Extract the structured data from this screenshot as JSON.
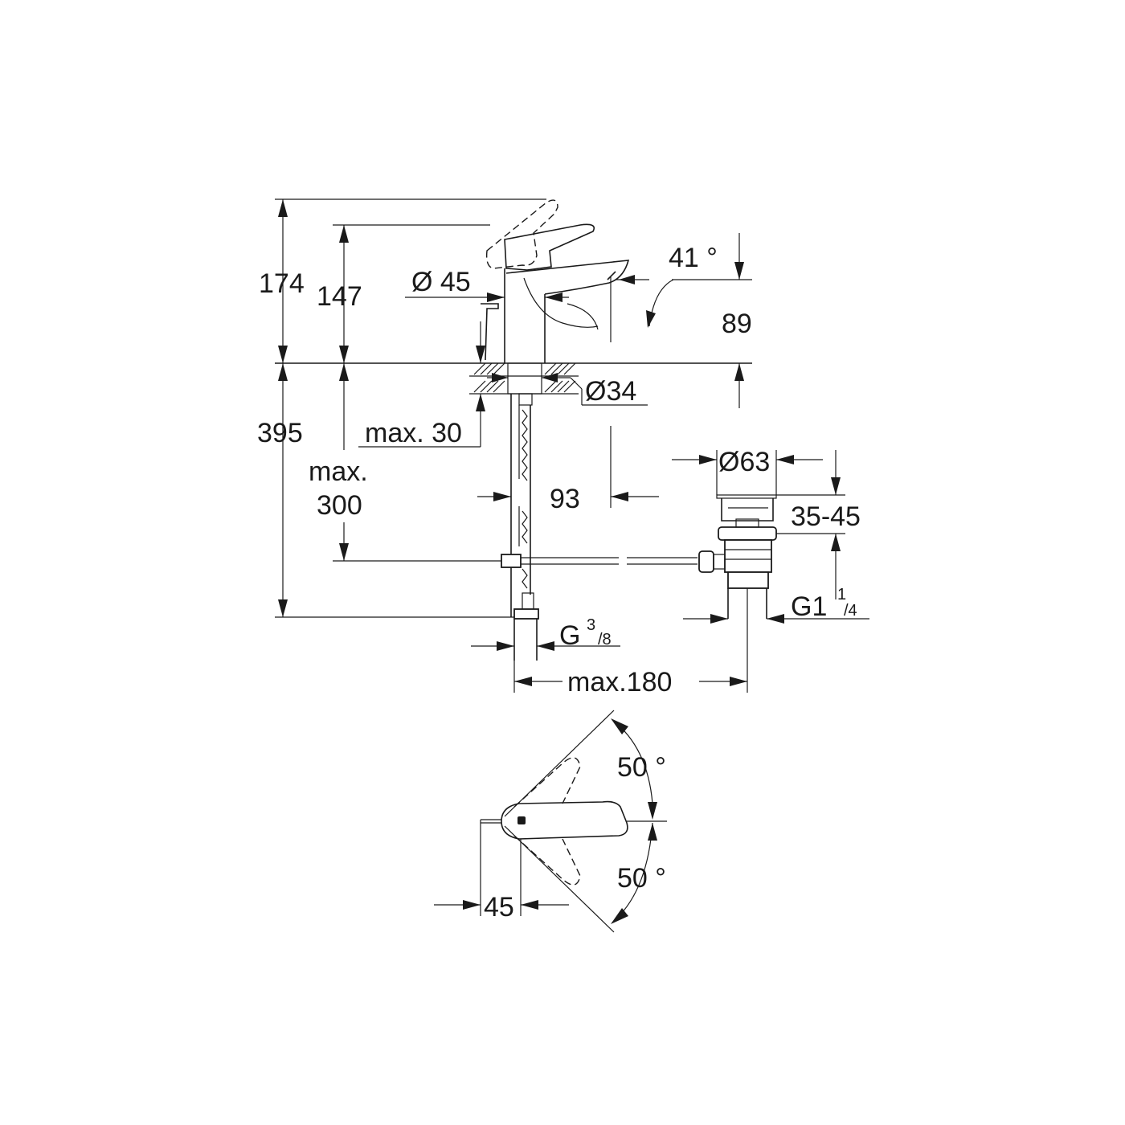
{
  "dimensions": {
    "total_height": "174",
    "spout_height": "147",
    "body_diameter": "Ø 45",
    "spout_angle": "41 °",
    "spout_outlet_height": "89",
    "hole_diameter": "Ø34",
    "max_deck_thickness": "max. 30",
    "below_deck_length": "395",
    "max_rod_label_1": "max.",
    "max_rod_label_2": "300",
    "spout_reach": "93",
    "waste_diameter": "Ø63",
    "waste_height": "35-45",
    "waste_thread_main": "G1",
    "waste_thread_num": "1",
    "waste_thread_den": "/4",
    "supply_thread_main": "G",
    "supply_thread_num": "3",
    "supply_thread_den": "/8",
    "max_distance": "max.180",
    "lever_swing_upper": "50 °",
    "lever_swing_lower": "50 °",
    "lever_offset": "45"
  },
  "colors": {
    "line": "#1a1a1a",
    "background": "#ffffff"
  }
}
